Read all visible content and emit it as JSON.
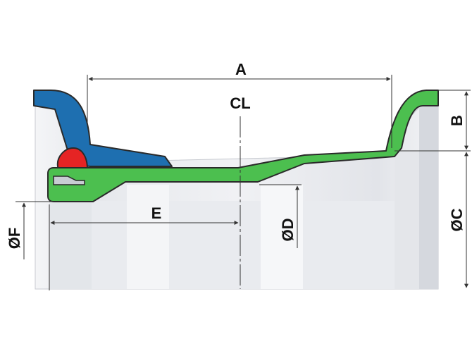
{
  "diagram": {
    "labels": {
      "a": "A",
      "b": "B",
      "c": "ØC",
      "d": "ØD",
      "e": "E",
      "f": "ØF",
      "centerline": "CL"
    },
    "colors": {
      "gland": "#1e6fb0",
      "pipe": "#4cbf4f",
      "gasket": "#e52424",
      "body": "#e9ebef",
      "body_shade": "#d5d8de",
      "outline": "#2a2a2a",
      "dimension_line": "#333333"
    }
  }
}
